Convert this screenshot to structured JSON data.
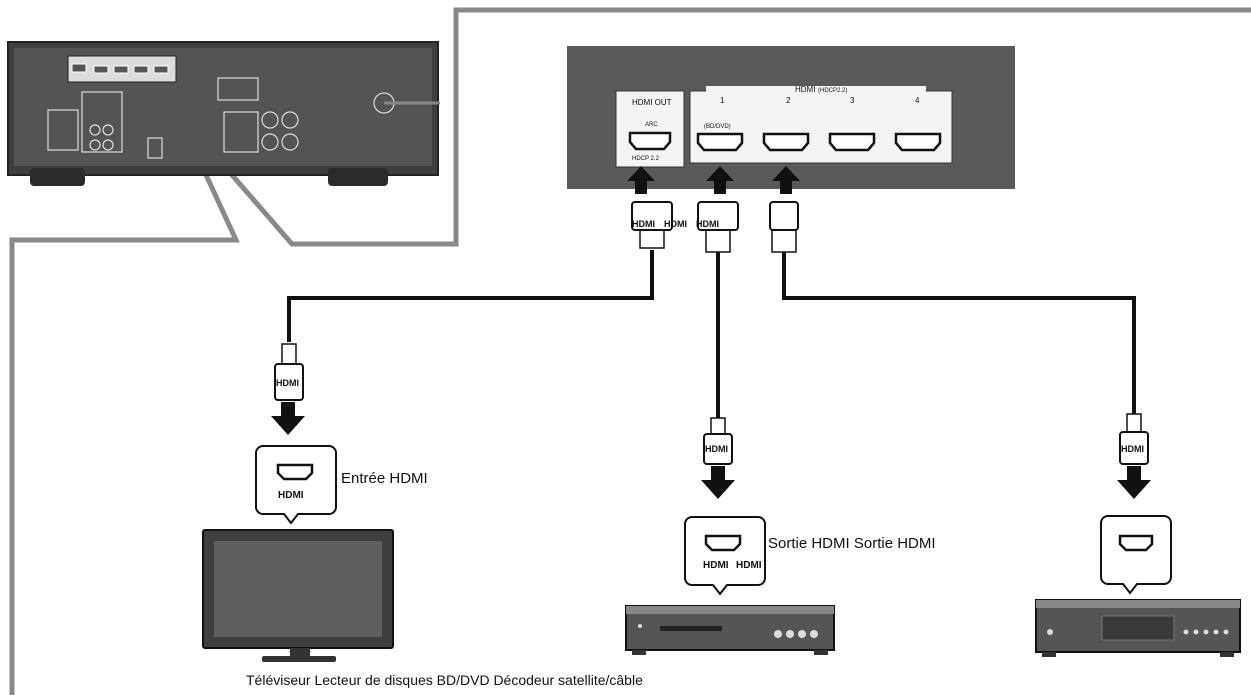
{
  "receiver_panel": {
    "hdmi_out_label": "HDMI OUT",
    "arc_label": "ARC",
    "hdcp_label": "HDCP 2.2",
    "hdmi_group_label": "HDMI",
    "hdcp_group_note": "(HDCP2.2)",
    "input_numbers": [
      "1",
      "2",
      "3",
      "4"
    ],
    "input1_sublabel": "(BD/DVD)"
  },
  "cables": {
    "plug_label": "HDMI"
  },
  "labels": {
    "hdmi_input": "Entrée HDMI",
    "hdmi_outputs": "Sortie HDMI Sortie HDMI",
    "devices": "Téléviseur Lecteur de disques BD/DVD Décodeur satellite/câble"
  },
  "colors": {
    "panel": "#5a5a5a",
    "border": "#888888",
    "cable": "#111111",
    "receiver_body": "#4a4a4a"
  }
}
